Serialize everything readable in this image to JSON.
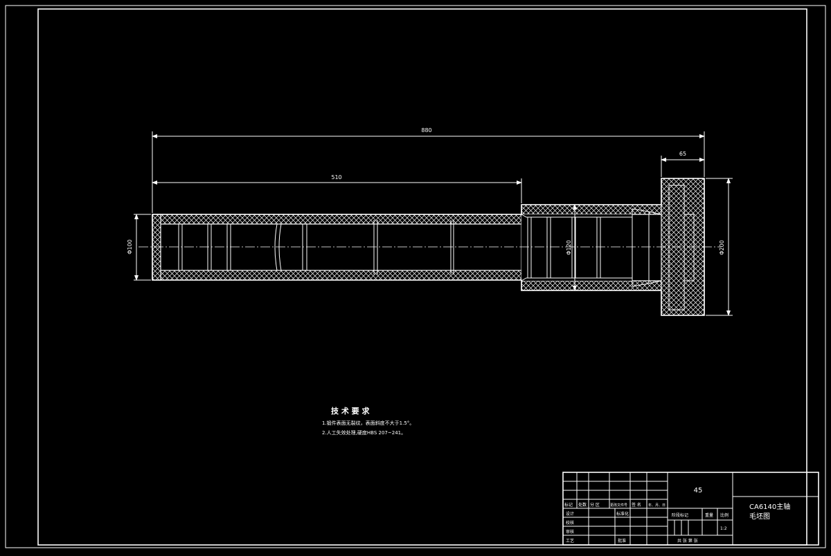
{
  "drawing": {
    "dim_total_length": "880",
    "dim_left_segment": "510",
    "dim_flange_width": "65",
    "dim_left_diameter": "Φ100",
    "dim_mid_diameter": "Φ120",
    "dim_flange_diameter": "Φ200"
  },
  "tech_requirements": {
    "heading": "技 术 要 求",
    "items": [
      "1.锻件表面无裂纹，表面斜度不大于1.5°。",
      "2.人工失效处理,硬度HBS 207~241。"
    ]
  },
  "title_block": {
    "material": "45",
    "part_name_line1": "CA6140主轴",
    "part_name_line2": "毛坯图",
    "row_labels": [
      "标记",
      "处数",
      "分 区",
      "更改文件号",
      "签 名",
      "年、月、日"
    ],
    "left_labels": [
      "设计",
      "校核",
      "审核",
      "工艺"
    ],
    "standardization": "标准化",
    "approval": "批准",
    "stage_mark": "阶段标记",
    "weight": "重量",
    "scale_label": "比例",
    "scale_value": "1:2",
    "sheet_info": "共  张  第  张"
  }
}
